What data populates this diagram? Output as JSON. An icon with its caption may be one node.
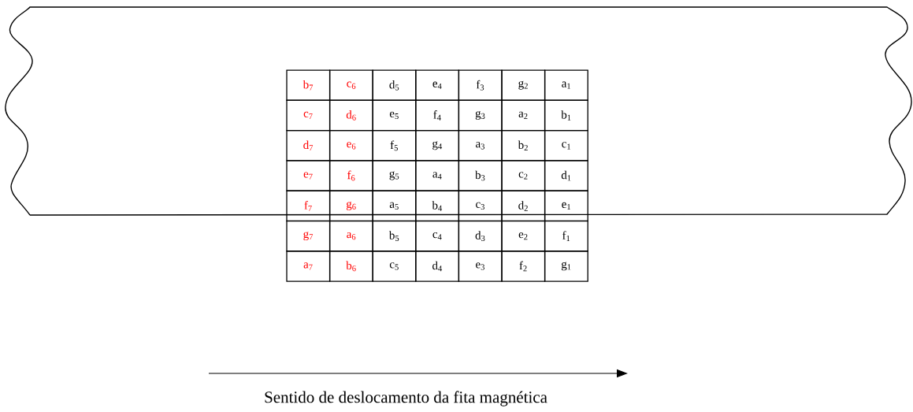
{
  "diagram": {
    "labels": [
      "b$_{7}$",
      "c$_{6}$",
      "d$_{5}$",
      "e$_{4}$",
      "f$_{3}$",
      "g$_{2}$",
      "a$_{1}$",
      "c$_{7}$",
      "d$_{6}$",
      "e$_{5}$",
      "f$_{4}$",
      "g$_{3}$",
      "a$_{2}$",
      "b$_{1}$",
      "d$_{7}$",
      "e$_{6}$",
      "f$_{5}$",
      "g$_{4}$",
      "a$_{3}$",
      "b$_{2}$",
      "c$_{1}$",
      "e$_{7}$",
      "f$_{6}$",
      "g$_{5}$",
      "a$_{4}$",
      "b$_{3}$",
      "c$_{2}$",
      "d$_{1}$",
      "f$_{7}$",
      "g$_{6}$",
      "a$_{5}$",
      "b$_{4}$",
      "c$_{3}$",
      "d$_{2}$",
      "e$_{1}$",
      "g$_{7}$",
      "a$_{6}$",
      "b$_{5}$",
      "c$_{4}$",
      "d$_{3}$",
      "e$_{2}$",
      "f$_{1}$",
      "a$_{7}$",
      "b$_{6}$",
      "c$_{5}$",
      "d$_{4}$",
      "e$_{3}$",
      "f$_{2}$",
      "g$_{1}$",
      "Sentido de deslocamento da fita magnética"
    ]
  }
}
